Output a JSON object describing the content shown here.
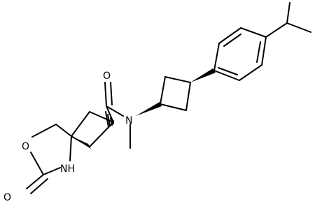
{
  "structure": {
    "atoms": {
      "carbonyl_oxygen": "O",
      "amide_nitrogen": "N",
      "ring_oxygen": "O",
      "ring_nitrogen": "NH",
      "lactone_oxygen": "O"
    }
  },
  "colors": {
    "ink": "#000000",
    "background": "#ffffff"
  }
}
